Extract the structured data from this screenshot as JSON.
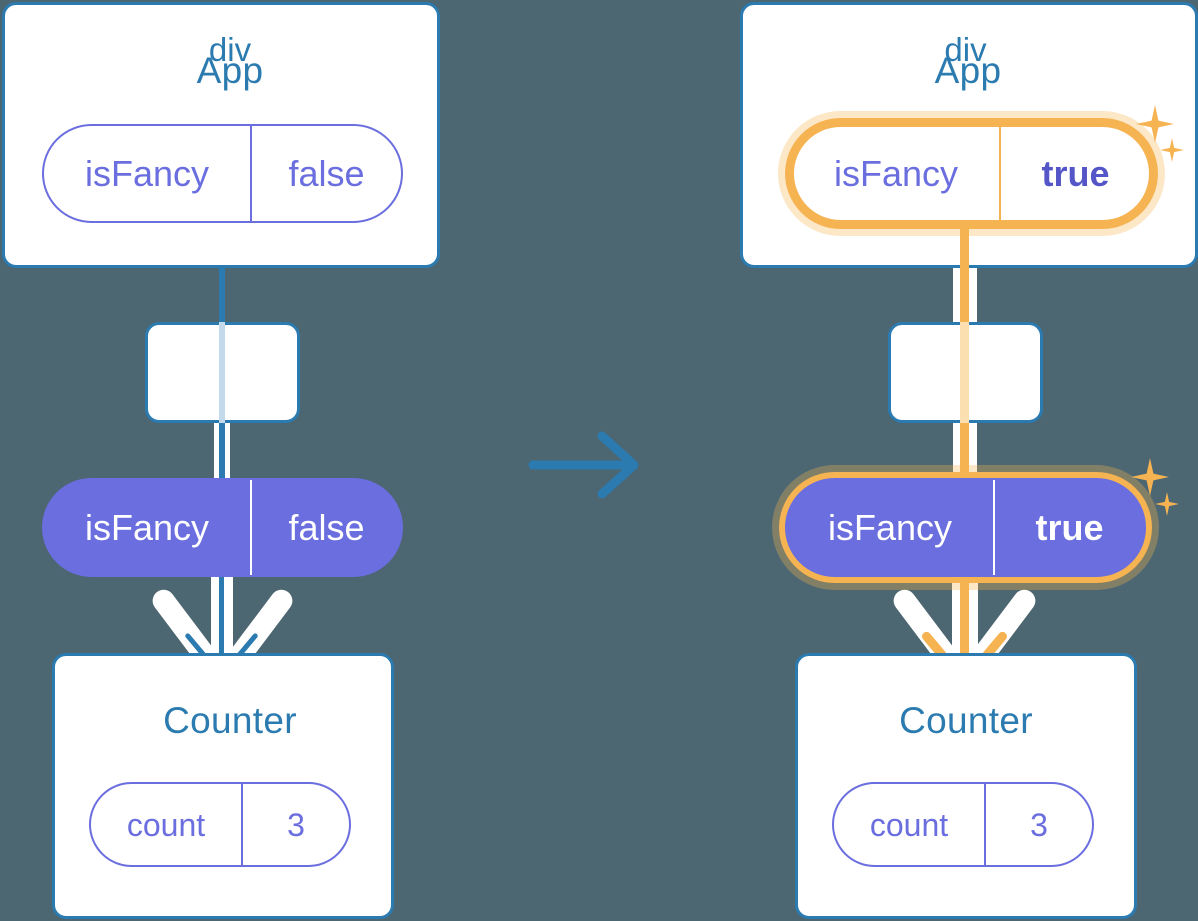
{
  "meta": {
    "background_color": "#4c6672",
    "accent_blue": "#2b7bb0",
    "accent_purple": "#6a6ede",
    "accent_orange": "#f6b352",
    "accent_orange_pale": "#fbdfb1",
    "light_wire": "#c4d9ea"
  },
  "diagram": {
    "type": "state-propagation",
    "transition_icon": "arrow-right-icon"
  },
  "before": {
    "app": {
      "title": "App",
      "pill": {
        "key": "isFancy",
        "value": "false",
        "highlighted": false,
        "style": "outline"
      }
    },
    "div": {
      "label": "div"
    },
    "state_pill": {
      "key": "isFancy",
      "value": "false",
      "highlighted": false,
      "style": "filled"
    },
    "counter": {
      "title": "Counter",
      "pill": {
        "key": "count",
        "value": "3",
        "highlighted": false,
        "style": "outline"
      }
    },
    "sparkles": []
  },
  "after": {
    "app": {
      "title": "App",
      "pill": {
        "key": "isFancy",
        "value": "true",
        "highlighted": true,
        "style": "outline"
      }
    },
    "div": {
      "label": "div"
    },
    "state_pill": {
      "key": "isFancy",
      "value": "true",
      "highlighted": true,
      "style": "filled"
    },
    "counter": {
      "title": "Counter",
      "pill": {
        "key": "count",
        "value": "3",
        "highlighted": false,
        "style": "outline"
      }
    },
    "sparkles": [
      "sparkle-big-icon",
      "sparkle-small-icon",
      "sparkle-big-icon",
      "sparkle-small-icon"
    ]
  }
}
